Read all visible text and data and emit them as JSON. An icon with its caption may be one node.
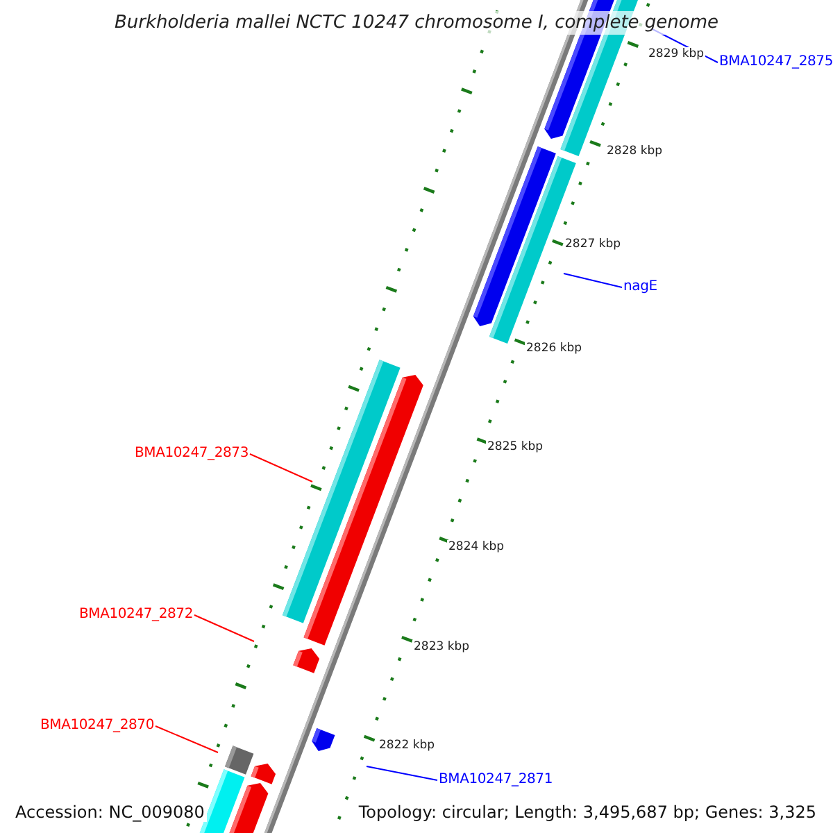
{
  "diagram": {
    "title": "Burkholderia mallei NCTC 10247 chromosome I, complete genome",
    "nodes": [
      {
        "text": [
          "BMA10247_2875"
        ]
      },
      {
        "text": [
          "nagE"
        ]
      },
      {
        "text": [
          "BMA10247_2873"
        ]
      },
      {
        "text": [
          "BMA10247_2872"
        ]
      },
      {
        "text": [
          "BMA10247_2870"
        ]
      },
      {
        "text": [
          "BMA10247_2871"
        ]
      }
    ],
    "edges": [
      {
        "from": 0,
        "to": null,
        "arrow": "none",
        "color": "#0000ff"
      },
      {
        "from": 1,
        "to": null,
        "arrow": "none",
        "color": "#0000ff"
      },
      {
        "from": 2,
        "to": null,
        "arrow": "none",
        "color": "#ff0000"
      },
      {
        "from": 3,
        "to": null,
        "arrow": "none",
        "color": "#ff0000"
      },
      {
        "from": 4,
        "to": null,
        "arrow": "none",
        "color": "#ff0000"
      },
      {
        "from": 5,
        "to": null,
        "arrow": "none",
        "color": "#0000ff"
      }
    ],
    "labels": [
      "2829 kbp",
      "2828 kbp",
      "2827 kbp",
      "2826 kbp",
      "2825 kbp",
      "2824 kbp",
      "2823 kbp",
      "2822 kbp",
      "Accession: NC_009080",
      "Topology: circular; Length: 3,495,687 bp; Genes: 3,325"
    ]
  }
}
